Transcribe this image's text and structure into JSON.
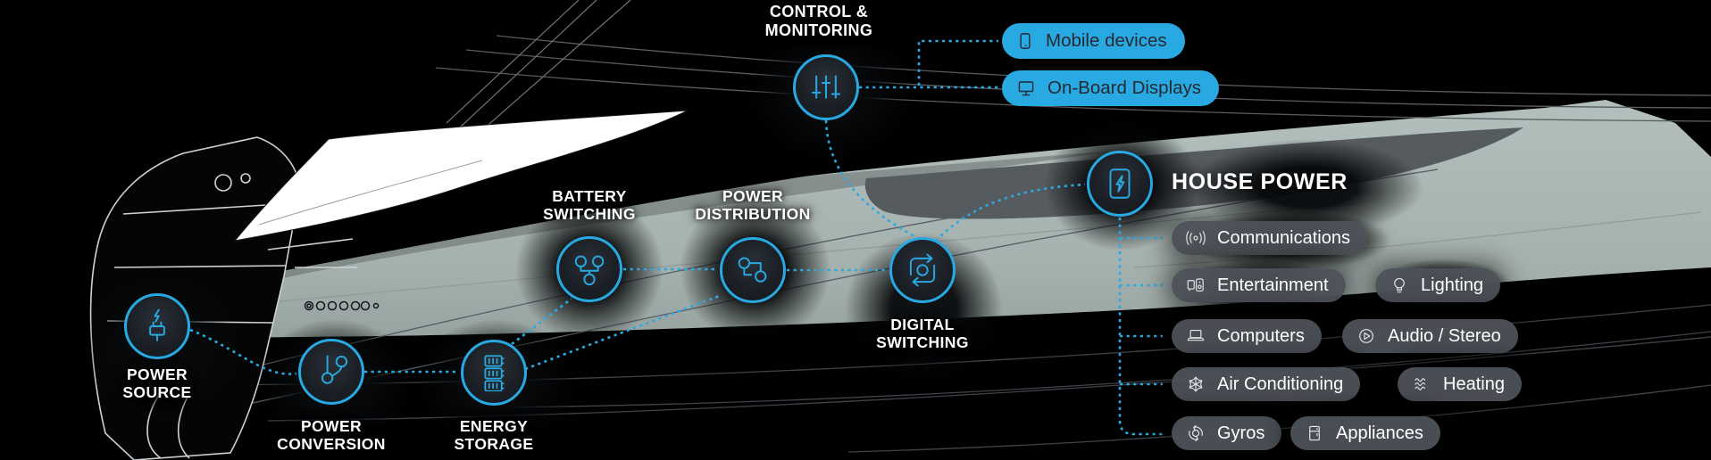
{
  "colors": {
    "accent": "#29A9E1",
    "pill_dark": "#4C5157",
    "hull": "#A9B5B2",
    "text_on_cyan": "#262832",
    "background": "#000000",
    "text": "#FFFFFF"
  },
  "nodes": {
    "control": {
      "label": "CONTROL & MONITORING",
      "icon": "mixer-sliders-icon"
    },
    "power_source": {
      "label": "POWER SOURCE",
      "icon": "plug-lightning-icon"
    },
    "power_conversion": {
      "label": "POWER CONVERSION",
      "icon": "converter-cable-icon"
    },
    "energy_storage": {
      "label": "ENERGY STORAGE",
      "icon": "battery-stack-icon"
    },
    "battery_switching": {
      "label": "BATTERY SWITCHING",
      "icon": "branch-nodes-icon"
    },
    "power_distribution": {
      "label": "POWER DISTRIBUTION",
      "icon": "circuit-path-icon"
    },
    "digital_switching": {
      "label": "DIGITAL SWITCHING",
      "icon": "cycle-arrows-icon"
    },
    "house_power": {
      "label": "HOUSE POWER",
      "icon": "power-panel-icon"
    }
  },
  "device_pills": [
    {
      "label": "Mobile devices",
      "icon": "smartphone-icon"
    },
    {
      "label": "On-Board Displays",
      "icon": "monitor-icon"
    }
  ],
  "house_loads": [
    {
      "label": "Communications",
      "icon": "radio-waves-icon"
    },
    {
      "label": "Entertainment",
      "icon": "speakers-icon"
    },
    {
      "label": "Lighting",
      "icon": "light-bulb-icon"
    },
    {
      "label": "Computers",
      "icon": "laptop-icon"
    },
    {
      "label": "Audio / Stereo",
      "icon": "play-circle-icon"
    },
    {
      "label": "Air Conditioning",
      "icon": "snowflake-icon"
    },
    {
      "label": "Heating",
      "icon": "heat-waves-icon"
    },
    {
      "label": "Gyros",
      "icon": "gyroscope-icon"
    },
    {
      "label": "Appliances",
      "icon": "refrigerator-icon"
    }
  ]
}
